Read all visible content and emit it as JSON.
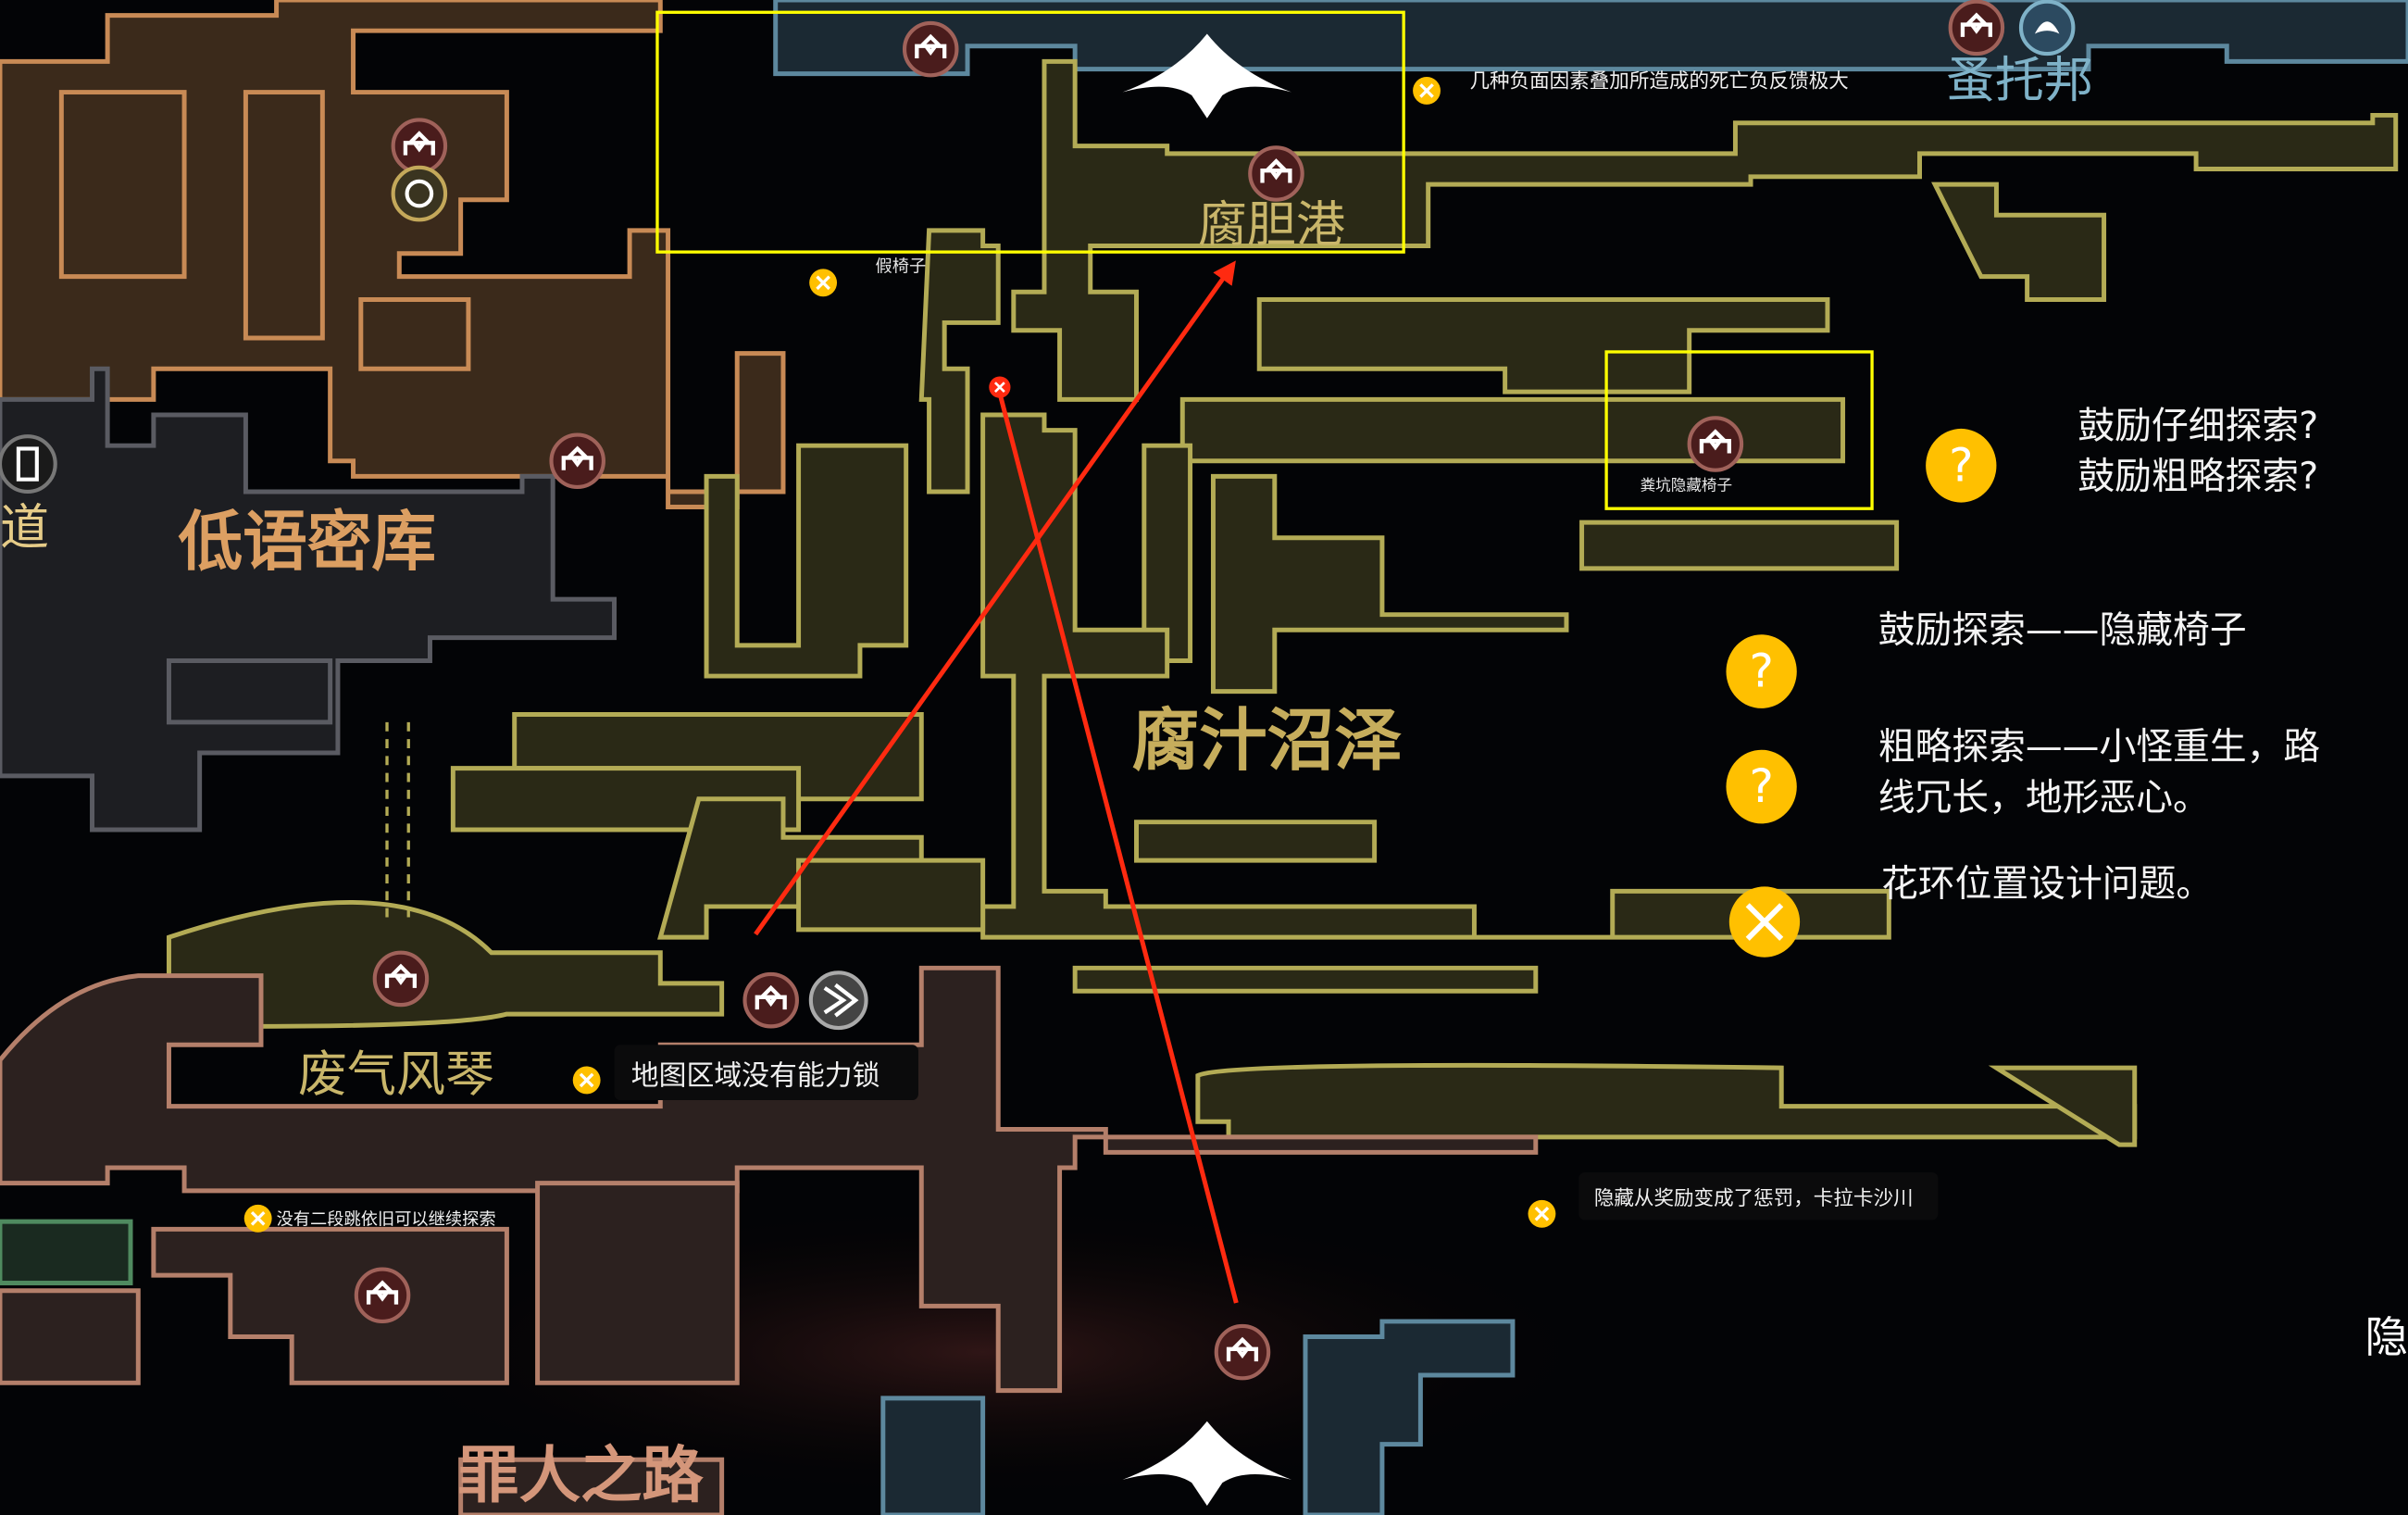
{
  "colors": {
    "highlight_box": "#ffff00",
    "arrow": "#ff2a10",
    "marker_yellow": "#ffc000",
    "swamp_outline": "#b3ab55",
    "vault_outline": "#c88a55",
    "sinner_outline": "#b47f6a",
    "bellhart_outline": "#5d889e"
  },
  "areas": {
    "bilewater_port": "腐胆港",
    "bilewater": "腐汁沼泽",
    "whispering_vaults": "低语密库",
    "exhaust_organ": "废气风琴",
    "fleatopia": "蚤托邦",
    "left_edge_fragment": "道",
    "sinners_road_partial": "罪人之路",
    "right_edge_fragment": "隐"
  },
  "map_labels": {
    "fake_bench": "假椅子",
    "hidden_bench": "粪坑隐藏椅子"
  },
  "annotations": {
    "death_feedback": "几种负面因素叠加所造成的死亡负反馈极大",
    "no_ability_lock": "地图区域没有能力锁",
    "no_double_jump": "没有二段跳依旧可以继续探索",
    "hidden_punish": "隐藏从奖励变成了惩罚，卡拉卡沙川",
    "question_line1": "鼓励仔细探索?",
    "question_line2": "鼓励粗略探索?",
    "encourage_hidden": "鼓励探索——隐藏椅子",
    "rough_line1": "粗略探索——小怪重生，路",
    "rough_line2": "线冗长，地形恶心。",
    "wreath_issue": "花环位置设计问题。"
  },
  "icons": {
    "bench": "bench-icon",
    "bad": "x-circle-icon",
    "question": "question-circle-icon",
    "fast_travel": "chevron-dash-icon",
    "stag": "stag-station-icon",
    "flea": "flea-icon",
    "cocoon": "cocoon-icon",
    "compass": "compass-wings-icon",
    "error": "red-x-icon"
  }
}
